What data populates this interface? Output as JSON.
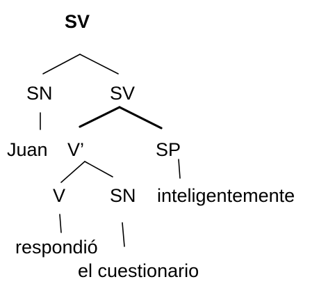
{
  "tree": {
    "root": "SV",
    "nodes": {
      "sn_subject": "SN",
      "sv_inner": "SV",
      "juan": "Juan",
      "v_bar": "V’",
      "sp": "SP",
      "v_head": "V",
      "sn_object": "SN",
      "adverb": "inteligentemente",
      "verb_word": "respondió",
      "object_phrase": "el cuestionario"
    }
  }
}
